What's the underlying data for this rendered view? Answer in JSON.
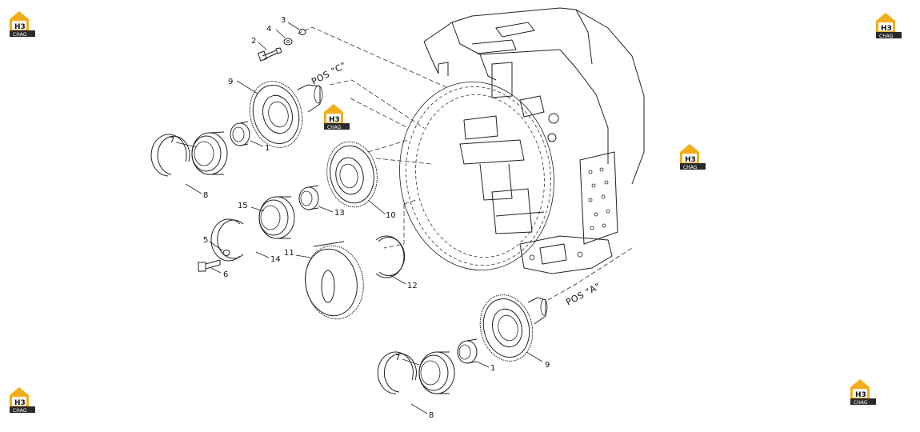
{
  "labels": {
    "p1a": "1",
    "p1b": "1",
    "p2": "2",
    "p3": "3",
    "p4": "4",
    "p5": "5",
    "p6": "6",
    "p7a": "7",
    "p7b": "7",
    "p8a": "8",
    "p8b": "8",
    "p9a": "9",
    "p9b": "9",
    "p10": "10",
    "p11": "11",
    "p12": "12",
    "p13": "13",
    "p14": "14",
    "p15": "15"
  },
  "pos_labels": {
    "c": "POS \"C\"",
    "a": "POS \"A\""
  },
  "watermark": {
    "top": "H3",
    "bottom": "CHAG"
  },
  "colors": {
    "logo_yellow": "#f4ad1a",
    "logo_dark": "#2a2a2a",
    "line": "#222222"
  }
}
